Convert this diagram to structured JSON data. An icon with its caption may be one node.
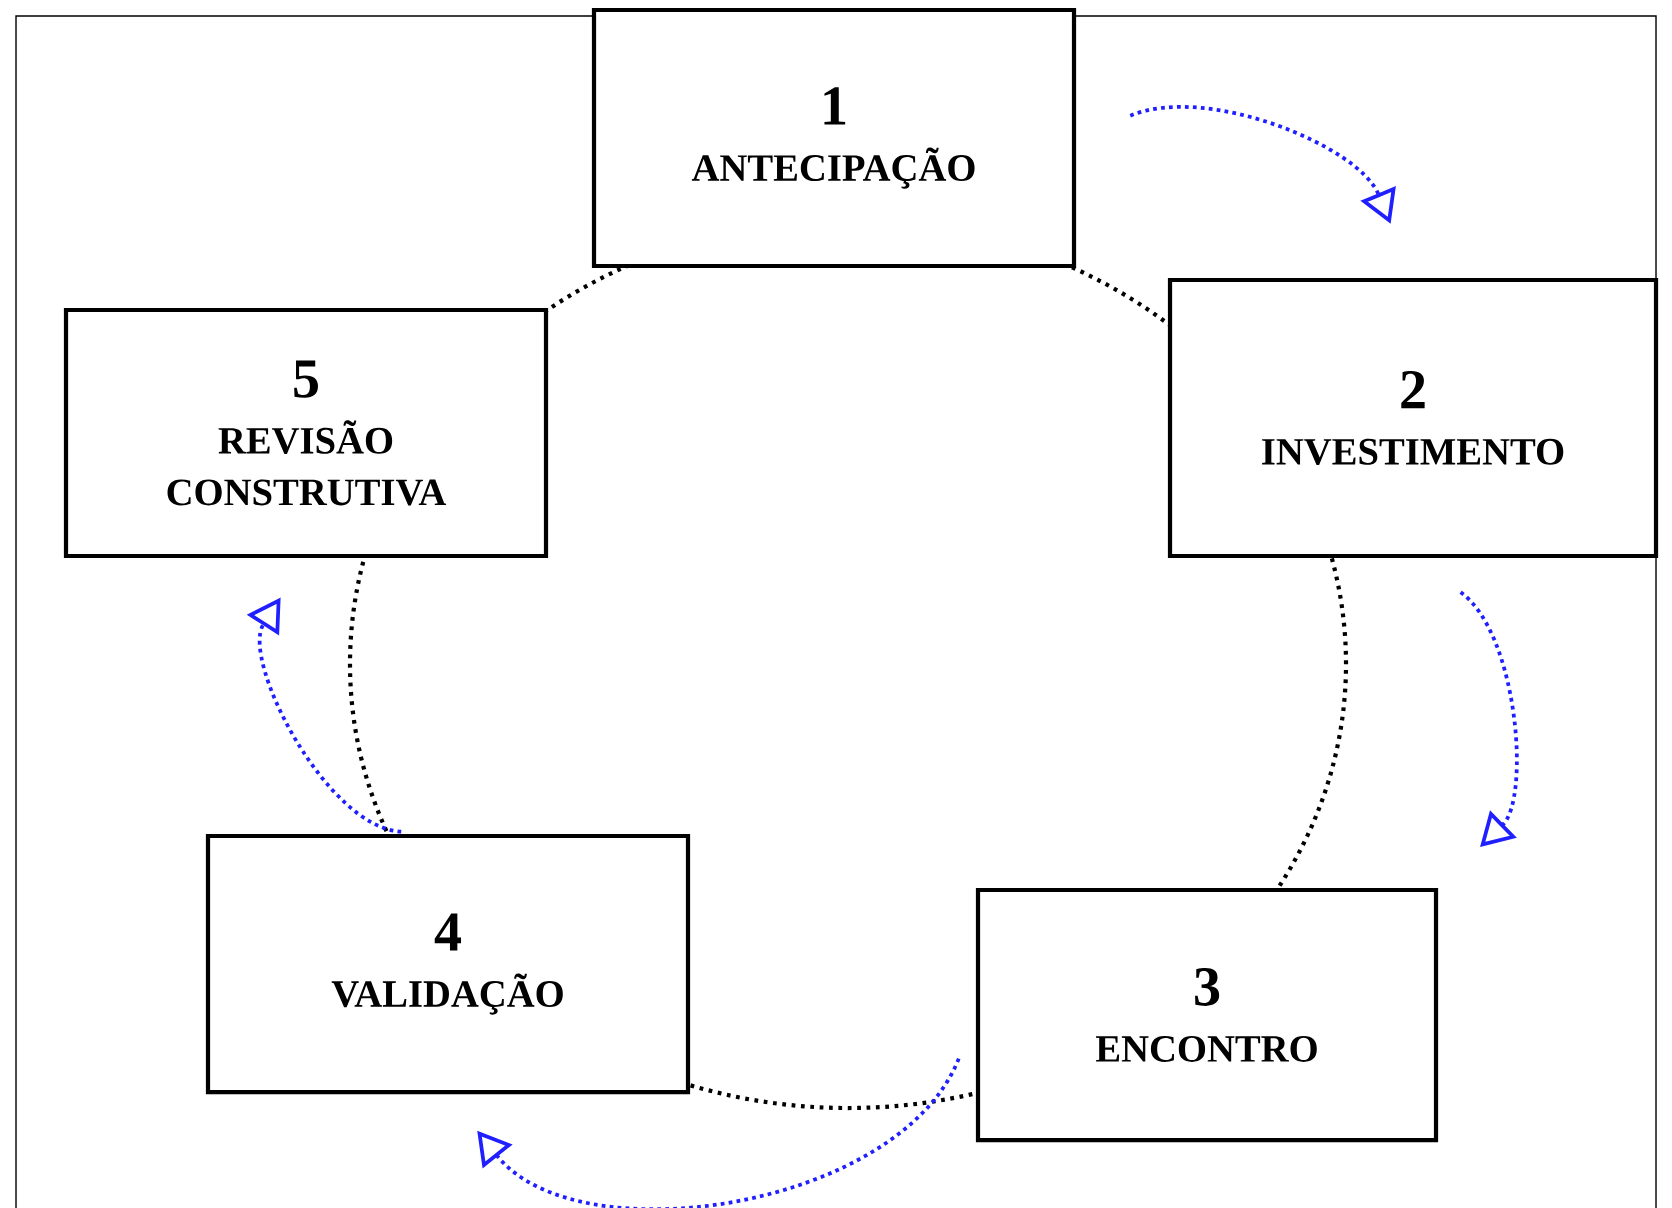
{
  "diagram": {
    "nodes": [
      {
        "text": [
          "1",
          "ANTECIPAÇÃO"
        ]
      },
      {
        "text": [
          "2",
          "INVESTIMENTO"
        ]
      },
      {
        "text": [
          "3",
          "ENCONTRO"
        ]
      },
      {
        "text": [
          "4",
          "VALIDAÇÃO"
        ]
      },
      {
        "text": [
          "5",
          "REVISÃO CONSTRUTIVA"
        ]
      }
    ],
    "edges": [
      {
        "from": 0,
        "to": 1,
        "arrow": "to"
      },
      {
        "from": 1,
        "to": 2,
        "arrow": "to"
      },
      {
        "from": 2,
        "to": 3,
        "arrow": "to"
      },
      {
        "from": 3,
        "to": 4,
        "arrow": "to"
      }
    ]
  }
}
